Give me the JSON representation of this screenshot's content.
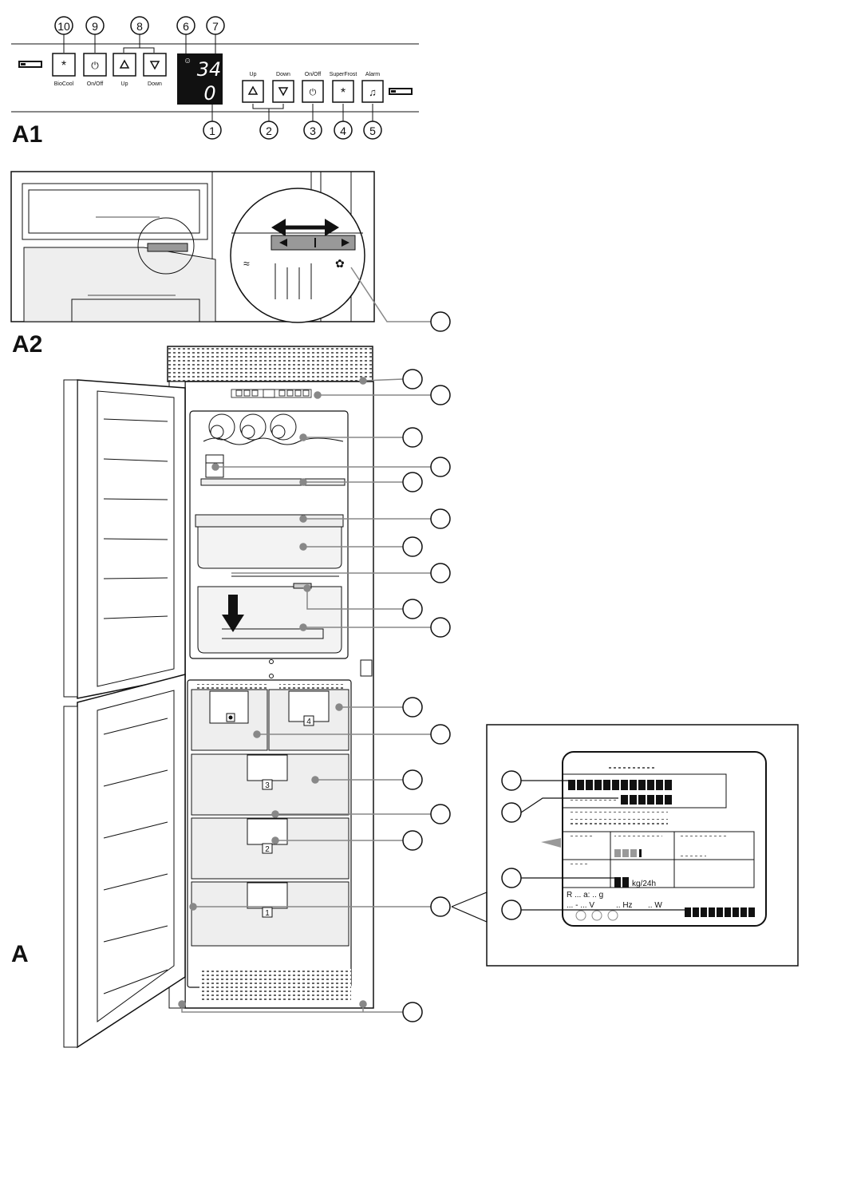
{
  "section_labels": {
    "a1": "A1",
    "a2": "A2",
    "a": "A"
  },
  "callouts_top": [
    "10",
    "9",
    "8",
    "6",
    "7"
  ],
  "callouts_bottom": [
    "1",
    "2",
    "3",
    "4",
    "5"
  ],
  "freezer_buttons": [
    "BioCool",
    "On/Off",
    "Up",
    "Down"
  ],
  "fridge_buttons_top": [
    "Up",
    "Down",
    "On/Off",
    "SuperFrost",
    "Alarm"
  ],
  "display": {
    "upper": "34",
    "lower": "0"
  },
  "drawer_numbers": [
    "4",
    "3",
    "2",
    "1"
  ],
  "rating_plate": {
    "capacity": "kg/24h",
    "refrigerant": "R ... a: .. g",
    "voltage": "... - ... V",
    "frequency": ".. Hz",
    "power": ".. W"
  },
  "colors": {
    "line": "#111111",
    "leader": "#888888",
    "display_bg": "#111111"
  }
}
